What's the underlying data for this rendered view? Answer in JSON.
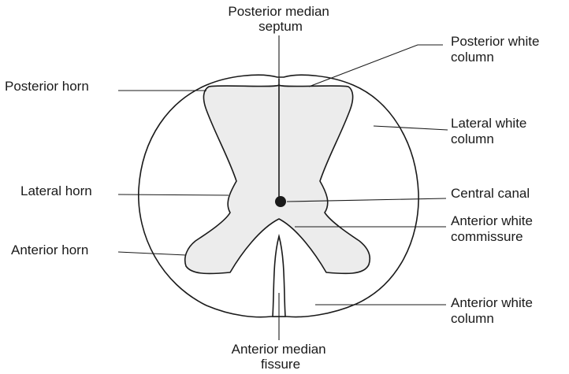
{
  "labels": {
    "posterior_median_septum": [
      "Posterior median",
      "septum"
    ],
    "posterior_white_column": [
      "Posterior white",
      "column"
    ],
    "posterior_horn": [
      "Posterior horn"
    ],
    "lateral_white_column": [
      "Lateral white",
      "column"
    ],
    "lateral_horn": [
      "Lateral horn"
    ],
    "central_canal": [
      "Central canal"
    ],
    "anterior_white_commissure": [
      "Anterior white",
      "commissure"
    ],
    "anterior_horn": [
      "Anterior horn"
    ],
    "anterior_white_column": [
      "Anterior white",
      "column"
    ],
    "anterior_median_fissure": [
      "Anterior median",
      "fissure"
    ]
  },
  "colors": {
    "ink": "#1a1a1a",
    "grey_matter": "#ececec",
    "white_matter": "#ffffff"
  }
}
